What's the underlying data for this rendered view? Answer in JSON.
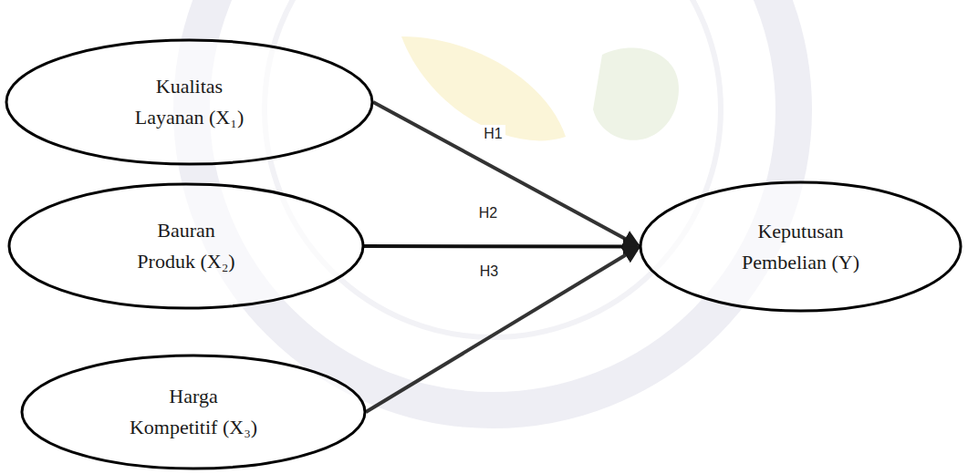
{
  "diagram": {
    "nodes": [
      {
        "text": [
          "Kualitas Layanan (X₁)"
        ]
      },
      {
        "text": [
          "Bauran Produk (X₂)"
        ]
      },
      {
        "text": [
          "Harga Kompetitif (X₃)"
        ]
      },
      {
        "text": [
          "Keputusan Pembelian (Y)"
        ]
      }
    ],
    "edges": [
      {
        "from": 0,
        "to": 3,
        "arrow": "to",
        "label": "H1"
      },
      {
        "from": 1,
        "to": 3,
        "arrow": "to",
        "label": "H2"
      },
      {
        "from": 2,
        "to": 3,
        "arrow": "to",
        "label": "H3"
      }
    ]
  }
}
